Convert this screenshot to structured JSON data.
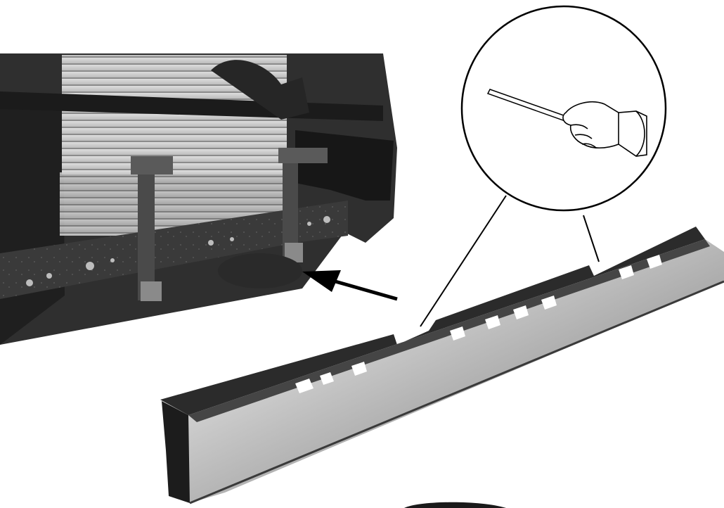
{
  "figure": {
    "regions": [
      "vehicle-front-end-photo",
      "removed-lower-shield-photo",
      "detail-callout-circle",
      "direction-arrow"
    ],
    "icons": [
      "hand-tool-icon"
    ],
    "colors": {
      "background": "#ffffff",
      "ink": "#111111",
      "dark_metal": "#2b2b2b",
      "mid_gray": "#7a7a7a",
      "light_gray": "#d7d7d7"
    }
  }
}
